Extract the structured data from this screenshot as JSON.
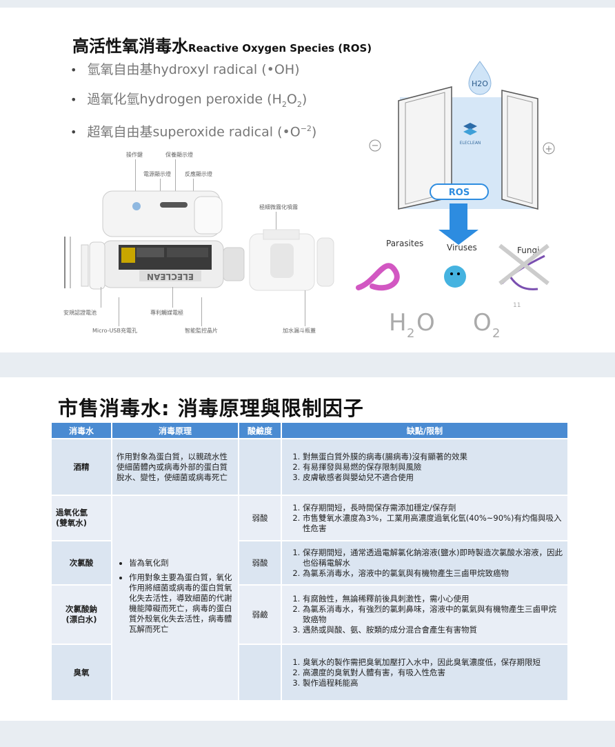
{
  "slide1": {
    "title_zh": "高活性氧消毒水",
    "title_en": "Reactive Oxygen Species (ROS)",
    "bullets": [
      {
        "zh": "氫氧自由基",
        "en": "hydroxyl radical (",
        "dot": "•",
        "formula": "OH",
        "close": ")"
      },
      {
        "zh": "過氧化氫",
        "en": "hydrogen peroxide (H",
        "sub1": "2",
        "mid": "O",
        "sub2": "2",
        "close": ")"
      },
      {
        "zh": "超氧自由基",
        "en": "superoxide radical (",
        "dot": "•",
        "formula": "O",
        "sup": "−2",
        "close": ")"
      }
    ],
    "device_labels": {
      "operation_key": "操作鍵",
      "maintenance_light": "保養顯示燈",
      "power_light": "電源顯示燈",
      "reverse_light": "反應顯示燈",
      "atomizer": "極細微霧化噴霧",
      "battery": "安規認證電池",
      "electrode": "專利觸媒電極",
      "usb": "Micro-USB充電孔",
      "chip": "智能監控晶片",
      "funnel": "加水漏斗瓶蓋",
      "brand": "ELECLEAN"
    },
    "diagram": {
      "h2o_drop": "H2O",
      "minus": "−",
      "plus": "+",
      "logo": "ELECLEAN",
      "ros": "ROS",
      "parasites": "Parasites",
      "viruses": "Viruses",
      "fungi": "Fungi",
      "h2o_big": "H",
      "h2o_big_sub": "2",
      "h2o_big_o": "O",
      "o2_big": "O",
      "o2_big_sub": "2"
    },
    "page_number": "11"
  },
  "slide2": {
    "title": "市售消毒水: 消毒原理與限制因子",
    "headers": [
      "消毒水",
      "消毒原理",
      "酸鹼度",
      "缺點/限制"
    ],
    "rows": [
      {
        "name": "酒精",
        "principle": "作用對象為蛋白質，以親疏水性使細菌體內或病毒外部的蛋白質脫水、變性，使細菌或病毒死亡",
        "acidity": "",
        "limits": [
          "對無蛋白質外膜的病毒(腸病毒)沒有顯著的效果",
          "有易揮發與易燃的保存限制與風險",
          "皮膚敏感者與嬰幼兒不適合使用"
        ]
      },
      {
        "name": "過氧化氫\n(雙氧水)",
        "acidity": "弱酸",
        "limits": [
          "保存期間短，長時間保存需添加穩定/保存劑",
          "市售雙氧水濃度為3%，工業用高濃度過氧化氫(40%~90%)有灼傷與吸入性危害"
        ]
      },
      {
        "name": "次氯酸",
        "acidity": "弱酸",
        "limits": [
          "保存期間短，通常透過電解氯化鈉溶液(鹽水)即時製造次氯酸水溶液，因此也俗稱電解水",
          "為氯系消毒水，溶液中的氯氣與有機物產生三鹵甲烷致癌物"
        ]
      },
      {
        "name": "次氯酸鈉\n(漂白水)",
        "acidity": "弱鹼",
        "limits": [
          "有腐蝕性，無論稀釋前後具刺激性，需小心使用",
          "為氯系消毒水，有強烈的氯刺鼻味，溶液中的氯氣與有機物產生三鹵甲烷致癌物",
          "遇熱或與酸、氨、胺類的成分混合會產生有害物質"
        ]
      },
      {
        "name": "臭氧",
        "acidity": "",
        "limits": [
          "臭氧水的製作需把臭氧加壓打入水中，因此臭氧濃度低，保存期限短",
          "高濃度的臭氧對人體有害，有吸入性危害",
          "製作過程耗能高"
        ]
      }
    ],
    "shared_principle": [
      "皆為氧化劑",
      "作用對象主要為蛋白質，氧化作用將細菌或病毒的蛋白質氧化失去活性，導致細菌的代謝機能障礙而死亡，病毒的蛋白質外殼氧化失去活性，病毒體瓦解而死亡"
    ]
  },
  "colors": {
    "header_blue": "#4a8bd2",
    "cell_blue": "#dbe5f1",
    "ros_blue": "#2d8ce0"
  }
}
